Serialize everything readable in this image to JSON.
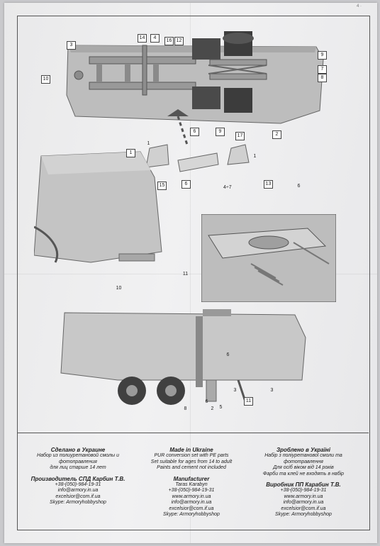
{
  "callouts": {
    "top": [
      "3",
      "14",
      "4",
      "16",
      "12",
      "9",
      "7",
      "8",
      "10",
      "6",
      "9",
      "17",
      "2"
    ],
    "middle": [
      "1",
      "1",
      "6",
      "1",
      "15",
      "10",
      "4÷7",
      "13",
      "6",
      "11"
    ],
    "bottom": [
      "6",
      "8",
      "11",
      "6",
      "2",
      "5",
      "3",
      "3"
    ]
  },
  "footer": {
    "ru": {
      "title": "Сделано в Украине",
      "line1": "Набор из полиуретановой смолы и фотоправления",
      "line2": "для лиц старше 14 лет",
      "maker": "Производитель СПД Карбин Т.В.",
      "phone": "+38-(050)-984-19-31",
      "email1": "info@armory.in.ua",
      "email2": "excelsior@com.if.ua",
      "skype": "Skype: Armoryhobbyshop"
    },
    "en": {
      "title": "Made in Ukraine",
      "line1": "PUR conversion set with PE parts",
      "line2": "Set suitable for ages from 14 to adult",
      "line3": "Paints and cement not included",
      "maker_title": "Manufacturer",
      "maker": "Taras Karabyn",
      "phone": "+38-(050)-984-19-31",
      "site": "www.armory.in.ua",
      "email1": "info@armory.in.ua",
      "email2": "excelsior@com.if.ua",
      "skype": "Skype: Armoryhobbyshop"
    },
    "ua": {
      "title": "Зроблено в Україні",
      "line1": "Набір з поліуретанової смоли та фототравлення",
      "line2": "Для осіб віком від 14 років",
      "line3": "Фарби та клей не входять в набір",
      "maker": "Виробник ПП Карабин Т.В.",
      "phone": "+38-(050)-984-19-31",
      "site": "www.armory.in.ua",
      "email1": "info@armory.in.ua",
      "email2": "excelsior@com.if.ua",
      "skype": "Skype: Armoryhobbyshop"
    }
  },
  "corner_mark": "4 ·"
}
